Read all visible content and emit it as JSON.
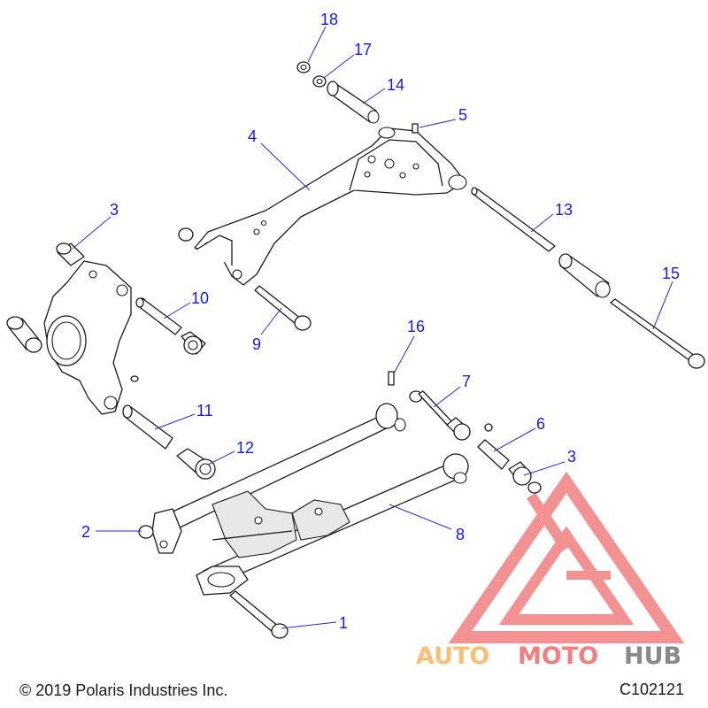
{
  "callouts": [
    {
      "id": "c1",
      "label": "1"
    },
    {
      "id": "c2",
      "label": "2"
    },
    {
      "id": "c3a",
      "label": "3"
    },
    {
      "id": "c3b",
      "label": "3"
    },
    {
      "id": "c4",
      "label": "4"
    },
    {
      "id": "c5",
      "label": "5"
    },
    {
      "id": "c6",
      "label": "6"
    },
    {
      "id": "c7",
      "label": "7"
    },
    {
      "id": "c8",
      "label": "8"
    },
    {
      "id": "c9",
      "label": "9"
    },
    {
      "id": "c10",
      "label": "10"
    },
    {
      "id": "c11",
      "label": "11"
    },
    {
      "id": "c12",
      "label": "12"
    },
    {
      "id": "c13",
      "label": "13"
    },
    {
      "id": "c14",
      "label": "14"
    },
    {
      "id": "c15",
      "label": "15"
    },
    {
      "id": "c16",
      "label": "16"
    },
    {
      "id": "c17",
      "label": "17"
    },
    {
      "id": "c18",
      "label": "18"
    }
  ],
  "footer": {
    "copyright": "© 2019 Polaris Industries Inc.",
    "diagram_code": "C102121"
  },
  "watermark": {
    "brand_part1": "AUTO",
    "brand_part2": "MOTO",
    "brand_part3": "HUB",
    "color_primary": "#f07f7f",
    "color_secondary": "#f6c07a",
    "color_tertiary": "#8a8a8a"
  },
  "colors": {
    "callout": "#1a1ad6",
    "line_art": "#1a1a1a"
  }
}
